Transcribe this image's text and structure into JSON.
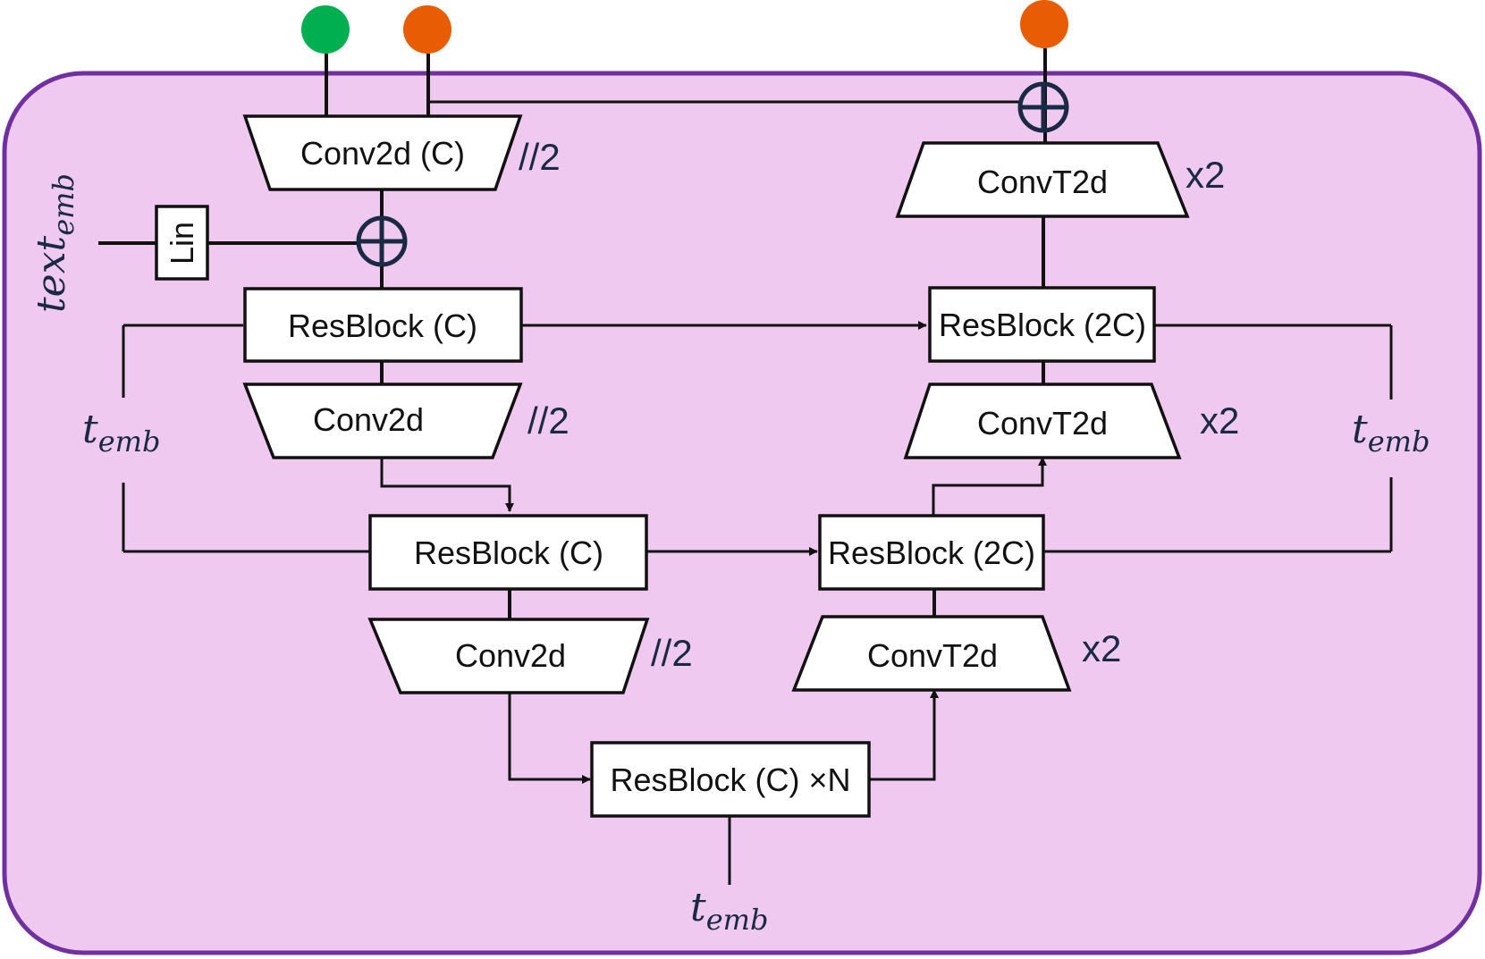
{
  "diagram": {
    "container_color": "#efc9ef",
    "container_border": "#7030a0",
    "inputs": [
      {
        "name": "green-input",
        "color": "#00b050"
      },
      {
        "name": "orange-input",
        "color": "#e85d04"
      },
      {
        "name": "orange-output",
        "color": "#e85d04"
      }
    ],
    "blocks": {
      "conv_c": "Conv2d (C)",
      "lin": "Lin",
      "res_c_1": "ResBlock (C)",
      "conv_1": "Conv2d",
      "res_c_2": "ResBlock (C)",
      "conv_2": "Conv2d",
      "res_mid": "ResBlock (C) ×N",
      "convt_low": "ConvT2d",
      "res_2c_low": "ResBlock (2C)",
      "convt_mid": "ConvT2d",
      "res_2c_top": "ResBlock (2C)",
      "convt_top": "ConvT2d"
    },
    "scales": {
      "down_1": "//2",
      "down_2": "//2",
      "down_3": "//2",
      "up_1": "x2",
      "up_2": "x2",
      "up_3": "x2"
    },
    "embeddings": {
      "text_base": "text",
      "text_sub": "emb",
      "t_base": "t",
      "t_sub": "emb"
    }
  }
}
